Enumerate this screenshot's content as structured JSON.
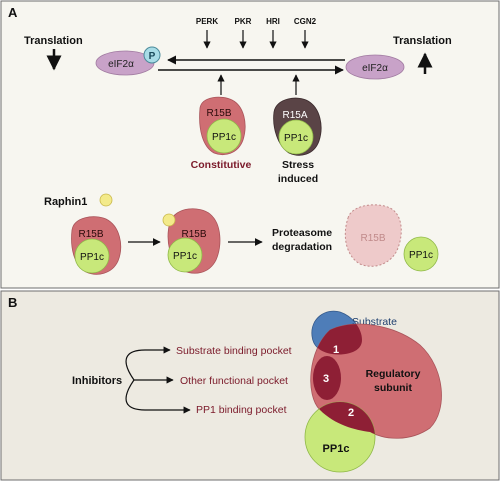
{
  "panel_a": {
    "label": "A",
    "translation_left": "Translation",
    "translation_right": "Translation",
    "eif2a_phospho": "eIF2α",
    "phospho_mark": "P",
    "eif2a": "eIF2α",
    "kinases": [
      "PERK",
      "PKR",
      "HRI",
      "CGN2"
    ],
    "r15b": "R15B",
    "r15a": "R15A",
    "pp1c": "PP1c",
    "constitutive": "Constitutive",
    "stress_line1": "Stress",
    "stress_line2": "induced",
    "raphin1": "Raphin1",
    "step1_r15b": "R15B",
    "step1_pp1c": "PP1c",
    "step2_r15b": "R15B",
    "step2_pp1c": "PP1c",
    "proteasome_line1": "Proteasome",
    "proteasome_line2": "degradation",
    "degraded_r15b": "R15B",
    "free_pp1c": "PP1c"
  },
  "panel_b": {
    "label": "B",
    "inhibitors": "Inhibitors",
    "pockets": [
      "Substrate binding pocket",
      "Other functional pocket",
      "PP1 binding pocket"
    ],
    "substrate": "Substrate",
    "regulatory_line1": "Regulatory",
    "regulatory_line2": "subunit",
    "pp1c": "PP1c",
    "pocket_numbers": [
      "1",
      "3",
      "2"
    ]
  },
  "colors": {
    "panel_a_bg": "#f7f6f0",
    "panel_b_bg": "#edeae1",
    "eif2a_fill": "#c8a2c8",
    "phospho_fill": "#a8dce6",
    "r15b_fill": "#cf6e73",
    "r15a_fill": "#5a4446",
    "pp1c_fill": "#c8e87a",
    "raphin1_fill": "#f3ea8a",
    "label_red": "#7b1a2a",
    "substrate_fill": "#4e7db8",
    "pocket_fill": "#8e1f35"
  }
}
